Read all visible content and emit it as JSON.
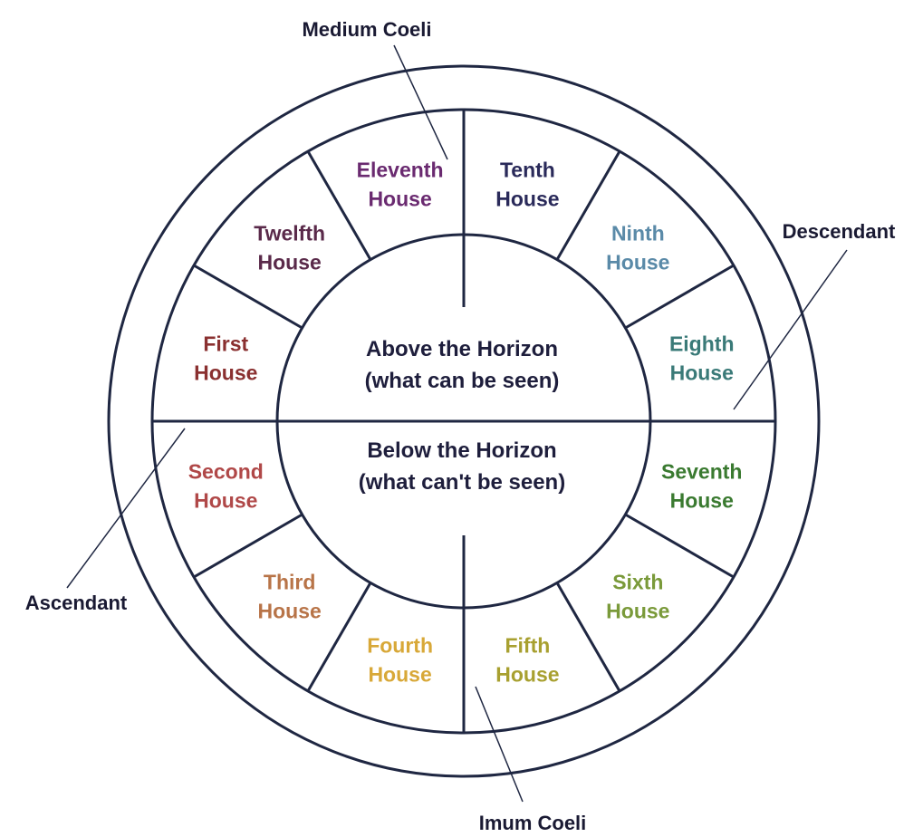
{
  "colors": {
    "stroke": "#1f2742",
    "center_text": "#1e1e3c",
    "axis_text": "#1a1a33"
  },
  "center": {
    "above_title": "Above the Horizon",
    "above_sub": "(what can be seen)",
    "below_title": "Below the Horizon",
    "below_sub": "(what can't be seen)"
  },
  "houses": [
    {
      "line1": "First",
      "line2": "House",
      "color": "#8a3030"
    },
    {
      "line1": "Second",
      "line2": "House",
      "color": "#b04848"
    },
    {
      "line1": "Third",
      "line2": "House",
      "color": "#b87448"
    },
    {
      "line1": "Fourth",
      "line2": "House",
      "color": "#d8a838"
    },
    {
      "line1": "Fifth",
      "line2": "House",
      "color": "#a8a030"
    },
    {
      "line1": "Sixth",
      "line2": "House",
      "color": "#7a9a3a"
    },
    {
      "line1": "Seventh",
      "line2": "House",
      "color": "#3a7a30"
    },
    {
      "line1": "Eighth",
      "line2": "House",
      "color": "#3a7a78"
    },
    {
      "line1": "Ninth",
      "line2": "House",
      "color": "#5a8aa8"
    },
    {
      "line1": "Tenth",
      "line2": "House",
      "color": "#2a2a5a"
    },
    {
      "line1": "Eleventh",
      "line2": "House",
      "color": "#6a2a70"
    },
    {
      "line1": "Twelfth",
      "line2": "House",
      "color": "#5a2a4a"
    }
  ],
  "axes": {
    "mc": "Medium Coeli",
    "ic": "Imum Coeli",
    "asc": "Ascendant",
    "desc": "Descendant"
  }
}
